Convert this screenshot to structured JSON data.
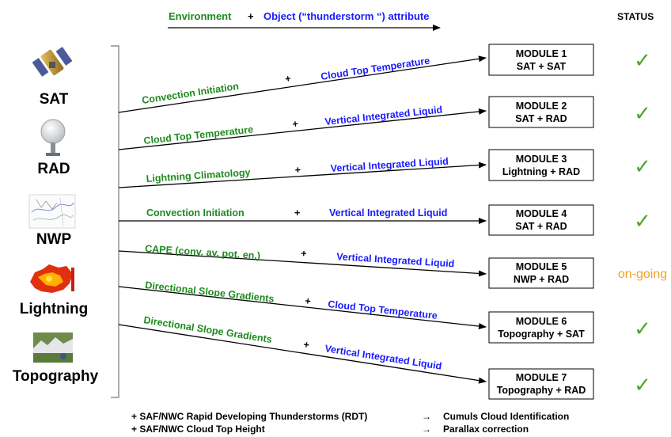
{
  "header": {
    "environment": "Environment",
    "plus": "+",
    "object": "Object (“thunderstorm “) attribute",
    "status": "STATUS"
  },
  "sources": [
    {
      "label": "SAT",
      "icon": "satellite-icon"
    },
    {
      "label": "RAD",
      "icon": "radar-dome-icon"
    },
    {
      "label": "NWP",
      "icon": "weather-map-icon"
    },
    {
      "label": "Lightning",
      "icon": "lightning-map-icon"
    },
    {
      "label": "Topography",
      "icon": "topography-image-icon"
    }
  ],
  "modules": [
    {
      "env": "Convection Initiation",
      "obj": "Cloud Top Temperature",
      "name": "MODULE 1",
      "combo": "SAT + SAT",
      "status": "✓",
      "done": true
    },
    {
      "env": "Cloud Top Temperature",
      "obj": "Vertical Integrated Liquid",
      "name": "MODULE 2",
      "combo": "SAT + RAD",
      "status": "✓",
      "done": true
    },
    {
      "env": "Lightning Climatology",
      "obj": "Vertical Integrated Liquid",
      "name": "MODULE 3",
      "combo": "Lightning + RAD",
      "status": "✓",
      "done": true
    },
    {
      "env": "Convection Initiation",
      "obj": "Vertical Integrated Liquid",
      "name": "MODULE 4",
      "combo": "SAT + RAD",
      "status": "✓",
      "done": true
    },
    {
      "env": "CAPE (conv. av. pot. en.)",
      "obj": "Vertical Integrated Liquid",
      "name": "MODULE 5",
      "combo": "NWP + RAD",
      "status": "on-going",
      "done": false
    },
    {
      "env": "Directional Slope Gradients",
      "obj": "Cloud Top Temperature",
      "name": "MODULE 6",
      "combo": "Topography + SAT",
      "status": "✓",
      "done": true
    },
    {
      "env": "Directional Slope Gradients",
      "obj": "Vertical Integrated Liquid",
      "name": "MODULE 7",
      "combo": "Topography + RAD",
      "status": "✓",
      "done": true
    }
  ],
  "footer": [
    {
      "left": "+ SAF/NWC Rapid Developing Thunderstorms (RDT)",
      "arrow": "→",
      "right": "Cumuls Cloud Identification"
    },
    {
      "left": "+ SAF/NWC Cloud Top Height",
      "arrow": "→",
      "right": "Parallax correction"
    }
  ],
  "colors": {
    "environment": "#1e8a1e",
    "object": "#1a1aff",
    "done": "#4aa72a",
    "ongoing": "#f5a020"
  }
}
